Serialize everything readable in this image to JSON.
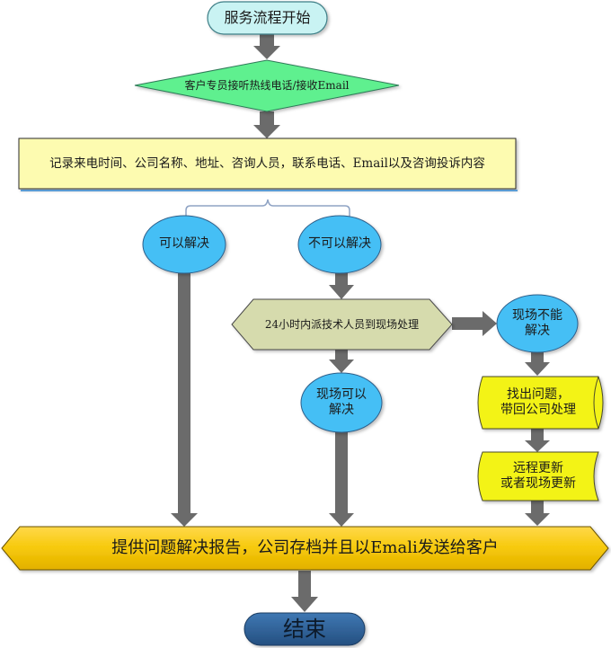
{
  "diagram": {
    "type": "flowchart",
    "colors": {
      "start_fill": "#c9f3f3",
      "start_stroke": "#3e7e86",
      "diamond_fill": "#5ef08f",
      "record_fill": "#fdfbb0",
      "oval_fill": "#45bff5",
      "oval_stroke": "#2f5f8a",
      "hex_fill": "#d6dbad",
      "tape_fill": "#f3f318",
      "report_fill": "#f6c90a",
      "end_fill": "#2e6299",
      "arrow": "#6b6b6b"
    },
    "nodes": {
      "start": "服务流程开始",
      "receive": "客户专员接听热线电话/接收Email",
      "record": "记录来电时间、公司名称、地址、咨询人员，联系电话、Email以及咨询投诉内容",
      "solvable": "可以解决",
      "unsolvable": "不可以解决",
      "dispatch": "24小时内派技术人员到现场处理",
      "onsite_solved": "现场可以\n解决",
      "onsite_unsolved": "现场不能\n解决",
      "take_back": "找出问题，\n带回公司处理",
      "update": "远程更新\n或者现场更新",
      "report": "提供问题解决报告，公司存档并且以Emali发送给客户",
      "end": "结束"
    }
  }
}
